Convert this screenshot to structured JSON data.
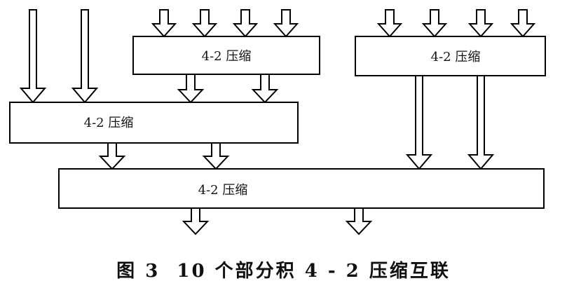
{
  "diagram": {
    "boxes": [
      {
        "id": "top-middle",
        "label": "4-2 压缩"
      },
      {
        "id": "top-right",
        "label": "4-2 压缩"
      },
      {
        "id": "middle-left",
        "label": "4-2 压缩"
      },
      {
        "id": "bottom",
        "label": "4-2 压缩"
      }
    ],
    "caption": "图 3  10 个部分积 4 - 2 压缩互联"
  }
}
